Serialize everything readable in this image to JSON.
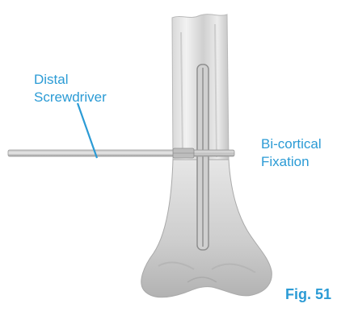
{
  "labels": {
    "distal_line1": "Distal",
    "distal_line2": "Screwdriver",
    "bicortical_line1": "Bi-cortical",
    "bicortical_line2": "Fixation",
    "figure": "Fig. 51"
  },
  "colors": {
    "label_text": "#2b9bd5",
    "leader_line": "#2b9bd5",
    "bone_light": "#e4e4e4",
    "bone_mid": "#c9c9c9",
    "bone_dark": "#9c9c9c",
    "nail": "#8f8f8f",
    "screwdriver": "#a6a6a6"
  }
}
